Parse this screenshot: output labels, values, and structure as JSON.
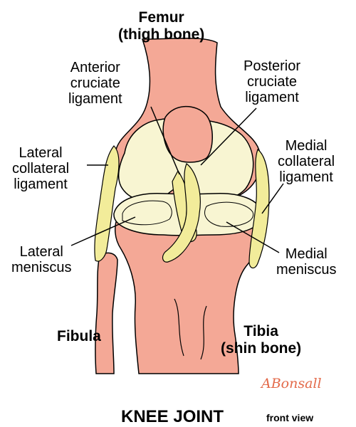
{
  "colors": {
    "bone": "#f4a896",
    "cartilage": "#f8f5d2",
    "ligament": "#f2ec9a",
    "outline": "#000000",
    "signature": "#e36a4a"
  },
  "labels": {
    "femur": [
      "Femur",
      "(thigh bone)"
    ],
    "acl": [
      "Anterior",
      "cruciate",
      "ligament"
    ],
    "pcl": [
      "Posterior",
      "cruciate",
      "ligament"
    ],
    "lcl": [
      "Lateral",
      "collateral",
      "ligament"
    ],
    "mcl": [
      "Medial",
      "collateral",
      "ligament"
    ],
    "lateral_meniscus": [
      "Lateral",
      "meniscus"
    ],
    "medial_meniscus": [
      "Medial",
      "meniscus"
    ],
    "fibula": "Fibula",
    "tibia": [
      "Tibia",
      "(shin bone)"
    ]
  },
  "signature": "ABonsall",
  "title": "KNEE JOINT",
  "subtitle": "front view"
}
